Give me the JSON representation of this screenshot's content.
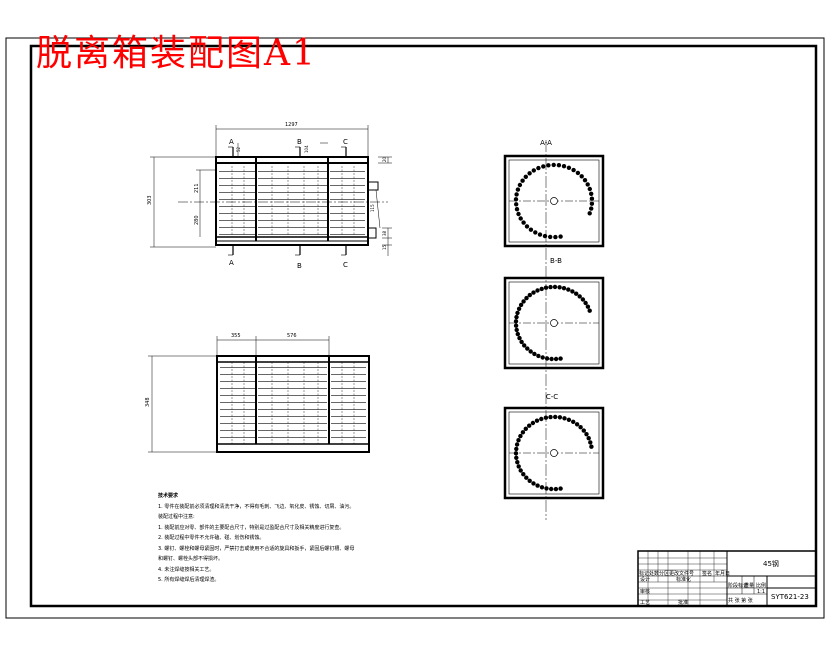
{
  "title": "脱离箱装配图A1",
  "front_view": {
    "dims": {
      "overall_width": "1297",
      "overall_height": "303",
      "inner_height": "211",
      "lower_height": "280",
      "top_small": "52",
      "top_mid": "104",
      "right_top": "20",
      "right_mid": "115",
      "right_low": "38",
      "right_bot": "15"
    },
    "section_marks_top": [
      "A",
      "B",
      "C"
    ],
    "section_marks_bottom": [
      "A",
      "B",
      "C"
    ]
  },
  "bottom_view": {
    "dims": {
      "left_width": "355",
      "mid_width": "576",
      "height": "348"
    }
  },
  "sections": [
    {
      "label": "A-A"
    },
    {
      "label": "B-B"
    },
    {
      "label": "C-C"
    }
  ],
  "notes": {
    "heading": "技术要求",
    "lines": [
      "1. 零件在装配前必须清理和清洗干净，不得有毛刺、飞边、氧化皮、锈蚀、切屑、油污。",
      "装配过程中注意:",
      "1. 装配前应对零、部件的主要配合尺寸，特别是过盈配合尺寸及相关精度进行复查。",
      "2. 装配过程中零件不允许磕、碰、划伤和锈蚀。",
      "3. 螺钉、螺栓和螺母紧固时，严禁打击或使用不合适的旋具和扳手，紧固后螺钉槽、螺母",
      "和螺钉、螺栓头部不得损坏。",
      "4. 未注焊缝按相关工艺。",
      "5. 所有焊缝焊后清理焊渣。"
    ]
  },
  "title_block": {
    "material": "45钢",
    "drawing_no": "SYT621-23",
    "row_labels": [
      "标记",
      "处数",
      "分区",
      "更改文件号",
      "签名",
      "年月日"
    ],
    "designer": "设计",
    "standard": "标准化",
    "stage": "阶段标记",
    "weight": "重量",
    "scale": "比例",
    "scale_val": "1:1",
    "review": "审核",
    "process": "工艺",
    "approve": "批准",
    "sheet": "共 张 第 张"
  }
}
